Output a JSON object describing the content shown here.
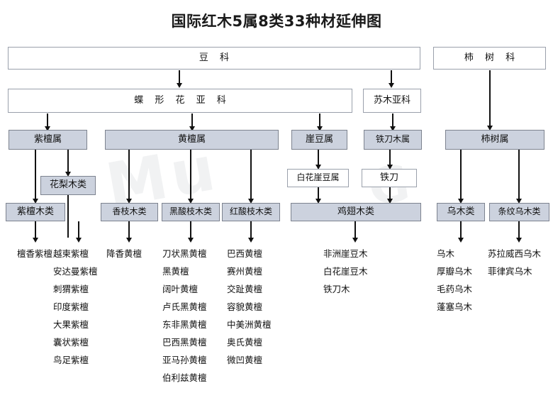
{
  "title": "国际红木5属8类33种材延伸图",
  "watermarks": [
    "Mu",
    "G"
  ],
  "colors": {
    "shaded_fill": "#ccd2de",
    "box_border": "#9aa0ab",
    "text": "#111111"
  },
  "families": [
    {
      "name": "family-legume",
      "label": "豆        科"
    },
    {
      "name": "family-ebenaceae",
      "label": "柿 树 科"
    }
  ],
  "subfamilies": [
    {
      "name": "subfamily-papilionoideae",
      "label": "蝶 形 花 亚 科"
    },
    {
      "name": "subfamily-caesalpinioideae",
      "label": "苏木亚科"
    }
  ],
  "genera": [
    {
      "name": "genus-pterocarpus",
      "label": "紫檀属"
    },
    {
      "name": "genus-dalbergia",
      "label": "黄檀属"
    },
    {
      "name": "genus-millettia",
      "label": "崖豆属"
    },
    {
      "name": "genus-cassia",
      "label": "铁刀木属"
    },
    {
      "name": "genus-diospyros",
      "label": "柿树属"
    }
  ],
  "intermediate": [
    {
      "name": "group-hualimu",
      "label": "花梨木类"
    },
    {
      "name": "genus-baihuayadou",
      "label": "白花崖豆属"
    },
    {
      "name": "species-tiedao",
      "label": "铁刀"
    }
  ],
  "categories": [
    {
      "name": "category-zitan",
      "label": "紫檀木类"
    },
    {
      "name": "category-xiangzhi",
      "label": "香枝木类"
    },
    {
      "name": "category-heisuanzhi",
      "label": "黑酸枝木类"
    },
    {
      "name": "category-hongsuanzhi",
      "label": "红酸枝木类"
    },
    {
      "name": "category-jichi",
      "label": "鸡翅木类"
    },
    {
      "name": "category-wumu",
      "label": "乌木类"
    },
    {
      "name": "category-tiaowenwumu",
      "label": "条纹乌木类"
    }
  ],
  "species_lists": [
    {
      "name": "species-list-zitan",
      "items": [
        "檀香紫檀"
      ]
    },
    {
      "name": "species-list-hualimu",
      "items": [
        "越柬紫檀",
        "安达曼紫檀",
        "刺猬紫檀",
        "印度紫檀",
        "大果紫檀",
        "囊状紫檀",
        "鸟足紫檀"
      ]
    },
    {
      "name": "species-list-xiangzhi",
      "items": [
        "降香黄檀"
      ]
    },
    {
      "name": "species-list-heisuanzhi",
      "items": [
        "刀状黑黄檀",
        "黑黄檀",
        "阔叶黄檀",
        "卢氏黑黄檀",
        "东非黑黄檀",
        "巴西黑黄檀",
        "亚马孙黄檀",
        "伯利兹黄檀"
      ]
    },
    {
      "name": "species-list-hongsuanzhi",
      "items": [
        "巴西黄檀",
        "赛州黄檀",
        "交趾黄檀",
        "容貌黄檀",
        "中美洲黄檀",
        "奥氏黄檀",
        "微凹黄檀"
      ]
    },
    {
      "name": "species-list-jichi",
      "items": [
        "非洲崖豆木",
        "白花崖豆木",
        "铁刀木"
      ]
    },
    {
      "name": "species-list-wumu",
      "items": [
        "乌木",
        "厚瓣乌木",
        "毛药乌木",
        "蓬塞乌木"
      ]
    },
    {
      "name": "species-list-tiaowenwumu",
      "items": [
        "苏拉威西乌木",
        "菲律宾乌木"
      ]
    }
  ]
}
